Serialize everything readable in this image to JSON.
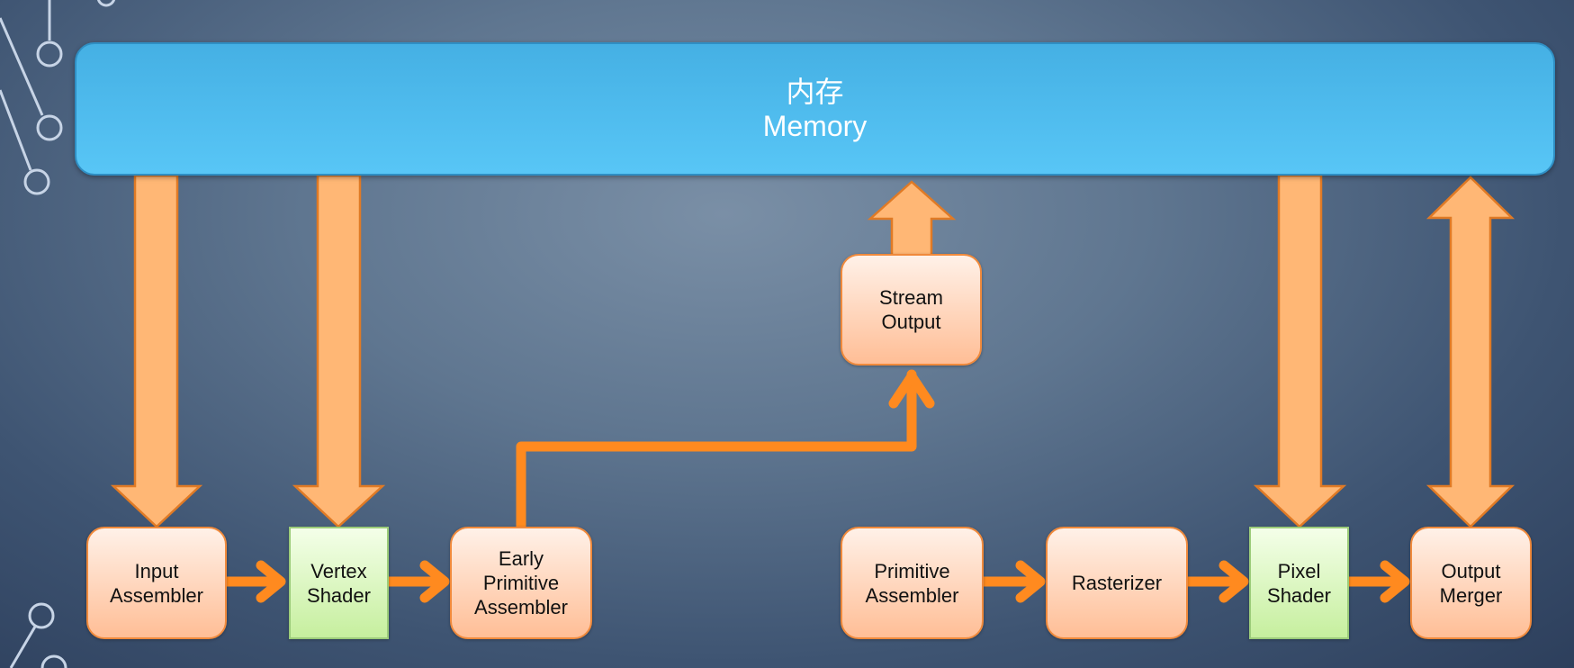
{
  "memory": {
    "label_cn": "内存",
    "label_en": "Memory"
  },
  "stages": {
    "input_assembler": "Input\nAssembler",
    "vertex_shader": "Vertex\nShader",
    "early_primitive_assembler": "Early\nPrimitive\nAssembler",
    "stream_output": "Stream\nOutput",
    "primitive_assembler": "Primitive\nAssembler",
    "rasterizer": "Rasterizer",
    "pixel_shader": "Pixel\nShader",
    "output_merger": "Output\nMerger"
  },
  "colors": {
    "memory": "#58c6f6",
    "stage_fill": "#ffbe96",
    "shader_fill": "#c6ef9e",
    "memory_arrow": "#ffb775",
    "flow_arrow": "#ff8a1f",
    "decoration": "#c7d4e6"
  }
}
